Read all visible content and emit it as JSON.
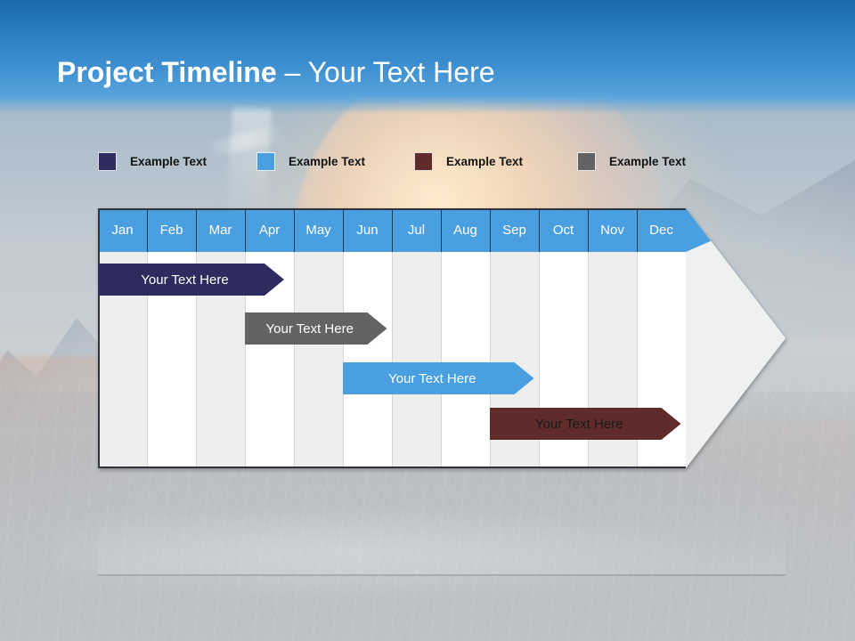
{
  "slide": {
    "title_strong": "Project Timeline",
    "title_rest": " – Your Text Here"
  },
  "legend": {
    "items": [
      {
        "label": "Example Text",
        "color": "#2e2c5e",
        "name": "legend-swatch-navy"
      },
      {
        "label": "Example Text",
        "color": "#4a9fe0",
        "name": "legend-swatch-blue"
      },
      {
        "label": "Example Text",
        "color": "#5f2b2b",
        "name": "legend-swatch-maroon"
      },
      {
        "label": "Example Text",
        "color": "#636363",
        "name": "legend-swatch-gray"
      }
    ]
  },
  "chart_data": {
    "type": "bar",
    "title": "Project Timeline – Your Text Here",
    "xlabel": "",
    "ylabel": "",
    "categories": [
      "Jan",
      "Feb",
      "Mar",
      "Apr",
      "May",
      "Jun",
      "Jul",
      "Aug",
      "Sep",
      "Oct",
      "Nov",
      "Dec"
    ],
    "legend": [
      "Example Text",
      "Example Text",
      "Example Text",
      "Example Text"
    ],
    "grid": true,
    "series": [
      {
        "name": "Your  Text Here",
        "start_month": "Jan",
        "end_month": "Apr",
        "start_index": 0,
        "end_index": 3.8,
        "color": "#2e2c5e",
        "text_color": "#ffffff",
        "row": 1
      },
      {
        "name": "Your  Text Here",
        "start_month": "Apr",
        "end_month": "Jun",
        "start_index": 3.0,
        "end_index": 5.9,
        "color": "#636363",
        "text_color": "#ffffff",
        "row": 2
      },
      {
        "name": "Your  Text Here",
        "start_month": "Jun",
        "end_month": "Sep",
        "start_index": 5.0,
        "end_index": 8.9,
        "color": "#4a9fe0",
        "text_color": "#ffffff",
        "row": 3
      },
      {
        "name": "Your  Text Here",
        "start_month": "Sep",
        "end_month": "Dec",
        "start_index": 8.0,
        "end_index": 11.9,
        "color": "#5f2b2b",
        "text_color": "#1a1a1a",
        "row": 4
      }
    ]
  },
  "months": [
    {
      "label": "Jan"
    },
    {
      "label": "Feb"
    },
    {
      "label": "Mar"
    },
    {
      "label": "Apr"
    },
    {
      "label": "May"
    },
    {
      "label": "Jun"
    },
    {
      "label": "Jul"
    },
    {
      "label": "Aug"
    },
    {
      "label": "Sep"
    },
    {
      "label": "Oct"
    },
    {
      "label": "Nov"
    },
    {
      "label": "Dec"
    }
  ],
  "bars": [
    {
      "label": "Your  Text Here"
    },
    {
      "label": "Your  Text Here"
    },
    {
      "label": "Your  Text Here"
    },
    {
      "label": "Your  Text Here"
    }
  ],
  "colors": {
    "header_blue": "#4a9fe0",
    "title_band_top": "#1c6bab",
    "title_band_bottom": "#58a3dc",
    "body_light": "#eeeeee",
    "body_white": "#ffffff",
    "outline": "#30343a",
    "navy": "#2e2c5e",
    "gray": "#636363",
    "blue": "#4a9fe0",
    "maroon": "#5f2b2b"
  }
}
